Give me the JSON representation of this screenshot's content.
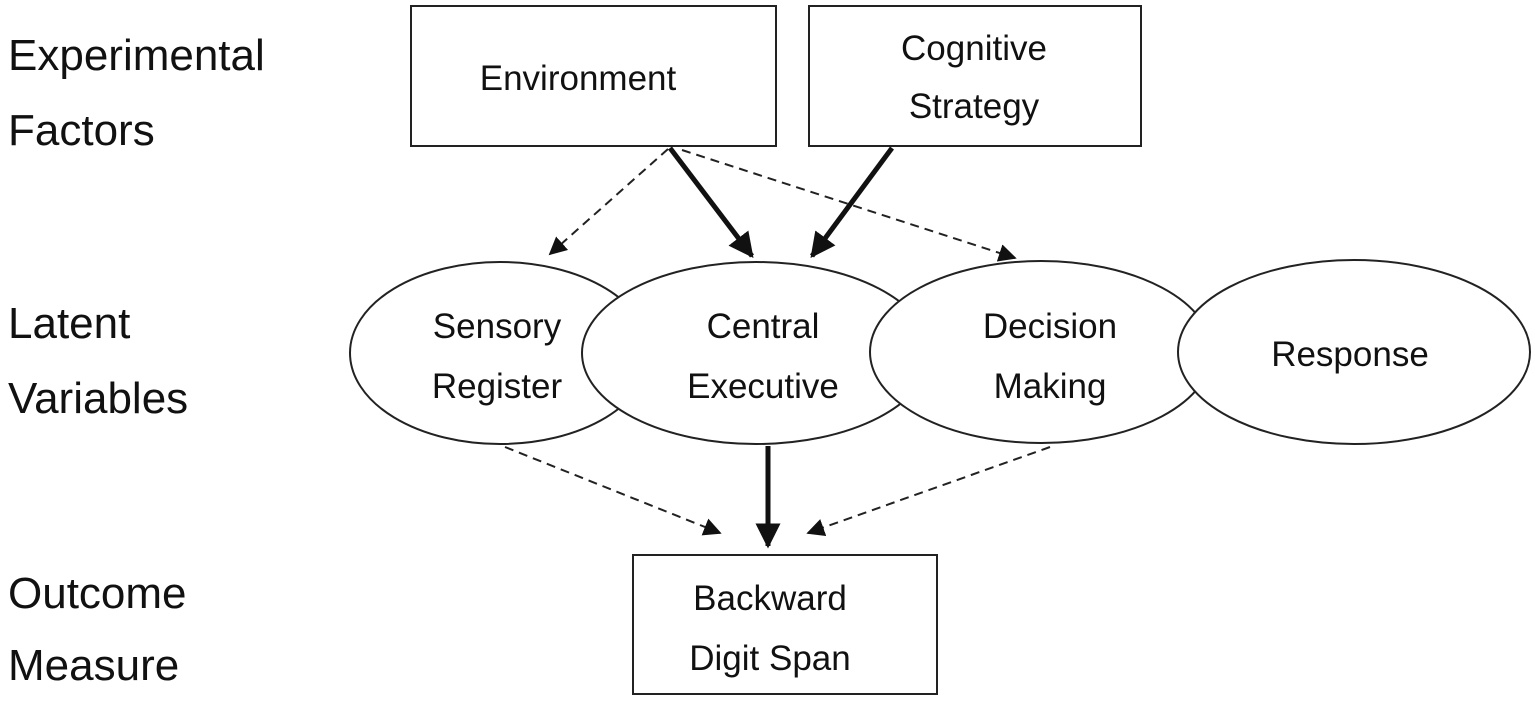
{
  "row_labels": {
    "experimental": [
      "Experimental",
      "Factors"
    ],
    "latent": [
      "Latent",
      "Variables"
    ],
    "outcome": [
      "Outcome",
      "Measure"
    ]
  },
  "nodes": {
    "environment": [
      "Environment"
    ],
    "cognitive_strategy": [
      "Cognitive",
      "Strategy"
    ],
    "sensory_register": [
      "Sensory",
      "Register"
    ],
    "central_executive": [
      "Central",
      "Executive"
    ],
    "decision_making": [
      "Decision",
      "Making"
    ],
    "response": [
      "Response"
    ],
    "backward_digit_span": [
      "Backward",
      "Digit Span"
    ]
  },
  "edges": [
    {
      "from": "environment",
      "to": "sensory_register",
      "style": "dashed"
    },
    {
      "from": "environment",
      "to": "central_executive",
      "style": "solid"
    },
    {
      "from": "environment",
      "to": "decision_making",
      "style": "dashed"
    },
    {
      "from": "cognitive_strategy",
      "to": "central_executive",
      "style": "solid"
    },
    {
      "from": "sensory_register",
      "to": "backward_digit_span",
      "style": "dashed"
    },
    {
      "from": "central_executive",
      "to": "backward_digit_span",
      "style": "solid"
    },
    {
      "from": "decision_making",
      "to": "backward_digit_span",
      "style": "dashed"
    }
  ]
}
